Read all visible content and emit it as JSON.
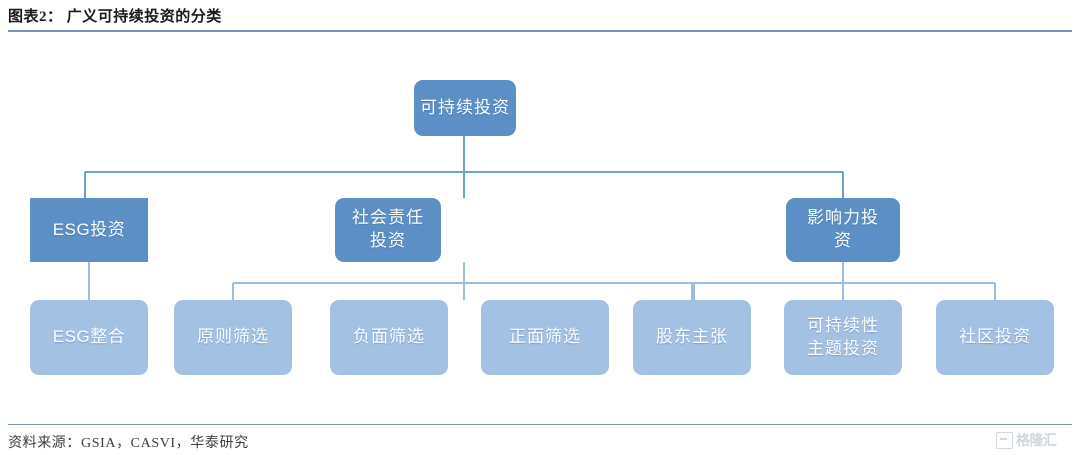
{
  "header": {
    "title": "图表2：  广义可持续投资的分类"
  },
  "footer": {
    "source": "资料来源：GSIA，CASVI，华泰研究",
    "watermark": "格隆汇"
  },
  "palette": {
    "dark_blue": "#5b8fc6",
    "light_blue": "#a3c2e3",
    "rule_blue": "#7893b4",
    "connector_blue": "#6f9fd0",
    "connector_light": "#9dbde0",
    "text_white": "#ffffff",
    "text_dark": "#1a1a1a",
    "background": "#ffffff"
  },
  "diagram": {
    "type": "org-tree",
    "root": {
      "id": "root",
      "label": "可持续投资",
      "level": 0
    },
    "branches": [
      {
        "id": "esg-investing",
        "label": "ESG投资",
        "level": 1,
        "children": [
          {
            "id": "esg-integration",
            "label": "ESG整合",
            "level": 2
          }
        ]
      },
      {
        "id": "sri",
        "label": "社会责任\n投资",
        "level": 1,
        "children": [
          {
            "id": "norms-screening",
            "label": "原则筛选",
            "level": 2
          },
          {
            "id": "negative-screening",
            "label": "负面筛选",
            "level": 2
          },
          {
            "id": "positive-screening",
            "label": "正面筛选",
            "level": 2
          }
        ]
      },
      {
        "id": "impact-investing",
        "label": "影响力投\n资",
        "level": 1,
        "children": [
          {
            "id": "shareholder-advocacy",
            "label": "股东主张",
            "level": 2
          },
          {
            "id": "sustainability-themed",
            "label": "可持续性\n主题投资",
            "level": 2
          },
          {
            "id": "community-investing",
            "label": "社区投资",
            "level": 2
          }
        ]
      }
    ]
  }
}
